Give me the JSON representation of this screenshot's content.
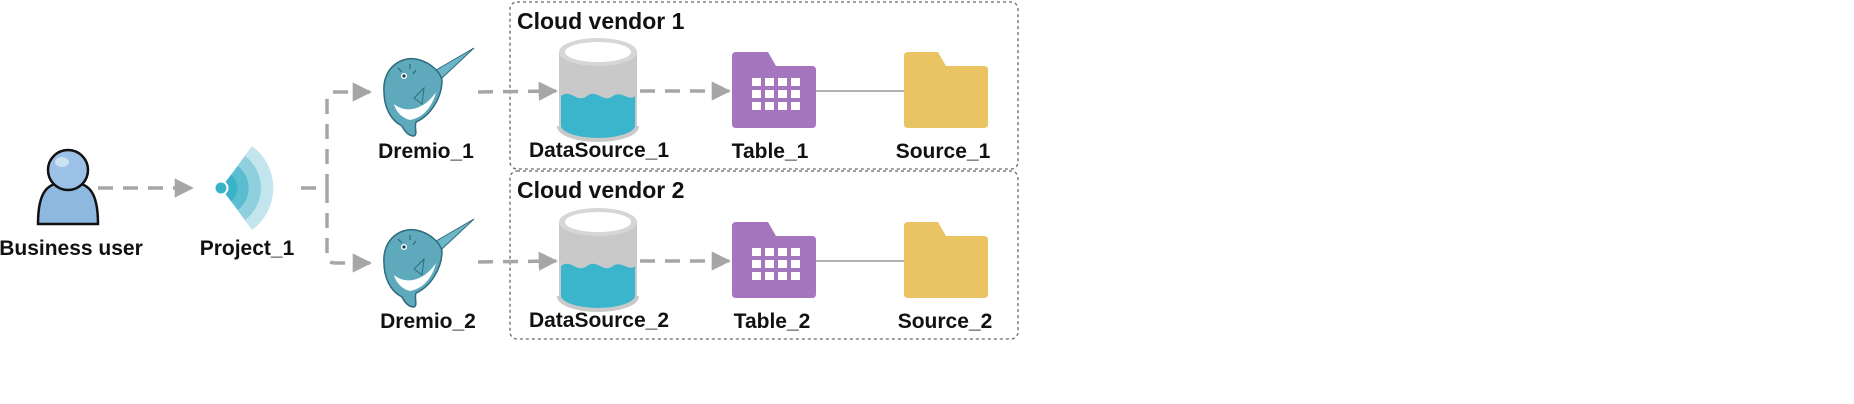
{
  "groups": [
    {
      "label": "Cloud vendor 1"
    },
    {
      "label": "Cloud vendor 2"
    }
  ],
  "nodes": {
    "business_user": "Business user",
    "project": "Project_1",
    "dremio_1": "Dremio_1",
    "dremio_2": "Dremio_2",
    "datasource_1": "DataSource_1",
    "datasource_2": "DataSource_2",
    "table_1": "Table_1",
    "table_2": "Table_2",
    "source_1": "Source_1",
    "source_2": "Source_2"
  },
  "colors": {
    "arrow": "#a6a6a6",
    "group_border": "#666666",
    "user_blue": "#8fb8e0",
    "project_teal": "#3ab3c9",
    "dremio_teal": "#5fa9bd",
    "db_gray": "#c9c9c9",
    "db_water": "#3bb5cc",
    "table_purple": "#a576bd",
    "folder_yellow": "#eac463"
  },
  "icons": [
    "user-icon",
    "project-icon",
    "narwhal-icon",
    "database-icon",
    "table-icon",
    "folder-icon"
  ]
}
